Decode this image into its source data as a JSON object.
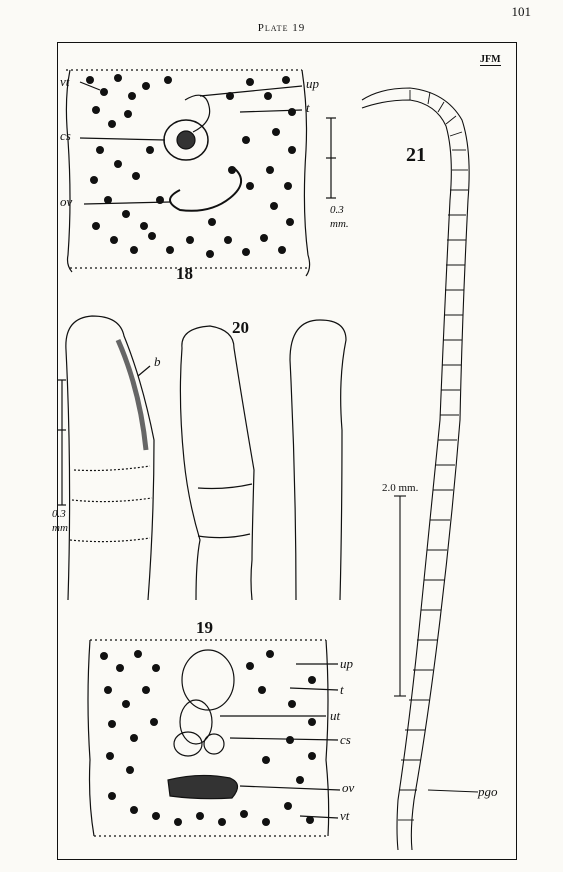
{
  "header": {
    "plate_title": "Plate 19",
    "page_number": "101"
  },
  "monogram": "JFM",
  "figures": {
    "fig18": {
      "number": "18",
      "labels": {
        "vt": "vt",
        "cs": "cs",
        "ov": "ov",
        "up": "up",
        "t": "t"
      },
      "scale_value": "0.3",
      "scale_unit": "mm."
    },
    "fig19": {
      "number": "19",
      "labels": {
        "up": "up",
        "t": "t",
        "ut": "ut",
        "cs": "cs",
        "ov": "ov",
        "vt": "vt"
      }
    },
    "fig20": {
      "number": "20",
      "labels": {
        "b": "b"
      },
      "scale_value": "0.3",
      "scale_unit": "mm"
    },
    "fig21": {
      "number": "21",
      "scale_label": "2.0 mm.",
      "labels": {
        "pgo": "pgo"
      }
    }
  }
}
